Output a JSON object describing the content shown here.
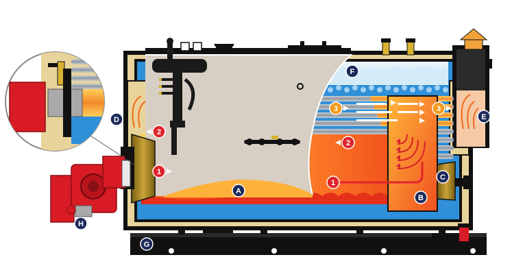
{
  "markers": {
    "A": "A",
    "B": "B",
    "C": "C",
    "D": "D",
    "E": "E",
    "F": "F",
    "G": "G",
    "H": "H"
  },
  "passes": {
    "p1": "1",
    "p2": "2",
    "p3": "3"
  },
  "colors": {
    "shell": "#0a0a0a",
    "insulation": "#e8d49a",
    "water": "#2f8fd8",
    "steam": "#cfe6f7",
    "flame_core": "#ffd23c",
    "flame_hot": "#ff6a1a",
    "burner_red": "#d81b24",
    "brass": "#a8861c",
    "tube": "#9aa3ab",
    "cutaway": "#d8cfc4",
    "marker_navy": "#1c2a5a",
    "pass1": "#e0242b",
    "pass3": "#f39a1e",
    "vent": "#f2a23a"
  }
}
